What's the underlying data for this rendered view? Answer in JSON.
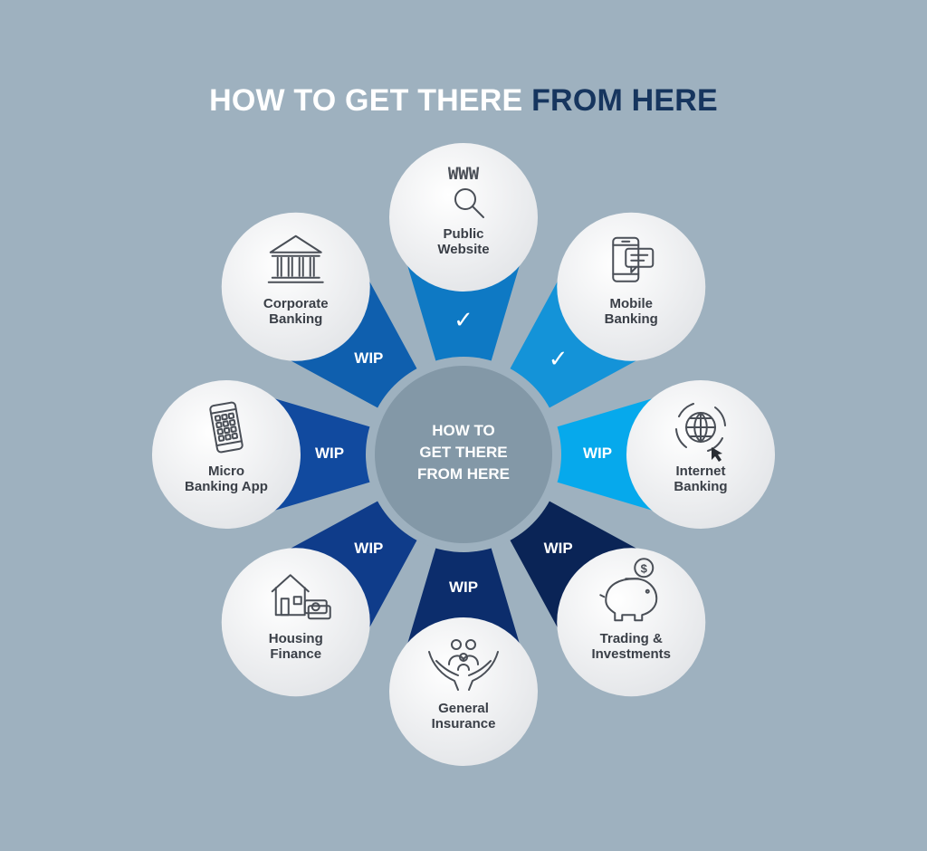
{
  "title": {
    "part1": "HOW TO GET THERE",
    "part2": "FROM HERE"
  },
  "center": {
    "line1": "HOW TO",
    "line2": "GET THERE",
    "line3": "FROM HERE"
  },
  "colors": {
    "background": "#9eb1bf",
    "title_accent": "#16355e",
    "center_fill": "#8398a7",
    "node_fill": "#f1f2f4",
    "label_text": "#3a3f47"
  },
  "segments": [
    {
      "id": "public-website",
      "line1": "Public",
      "line2": "Website",
      "status": "✓",
      "icon": "www-search-icon",
      "color": "#0e79c4"
    },
    {
      "id": "mobile-banking",
      "line1": "Mobile",
      "line2": "Banking",
      "status": "✓",
      "icon": "mobile-chat-icon",
      "color": "#1493d8"
    },
    {
      "id": "internet-banking",
      "line1": "Internet",
      "line2": "Banking",
      "status": "WIP",
      "icon": "globe-cursor-icon",
      "color": "#06a9ec"
    },
    {
      "id": "trading-investments",
      "line1": "Trading &",
      "line2": "Investments",
      "status": "WIP",
      "icon": "piggy-bank-icon",
      "color": "#0a2456"
    },
    {
      "id": "general-insurance",
      "line1": "General",
      "line2": "Insurance",
      "status": "WIP",
      "icon": "family-hands-icon",
      "color": "#0c2d6c"
    },
    {
      "id": "housing-finance",
      "line1": "Housing",
      "line2": "Finance",
      "status": "WIP",
      "icon": "house-money-icon",
      "color": "#0f3c8a"
    },
    {
      "id": "micro-banking-app",
      "line1": "Micro",
      "line2": "Banking App",
      "status": "WIP",
      "icon": "mobile-keypad-icon",
      "color": "#114a9f"
    },
    {
      "id": "corporate-banking",
      "line1": "Corporate",
      "line2": "Banking",
      "status": "WIP",
      "icon": "bank-building-icon",
      "color": "#0f5fae"
    }
  ]
}
